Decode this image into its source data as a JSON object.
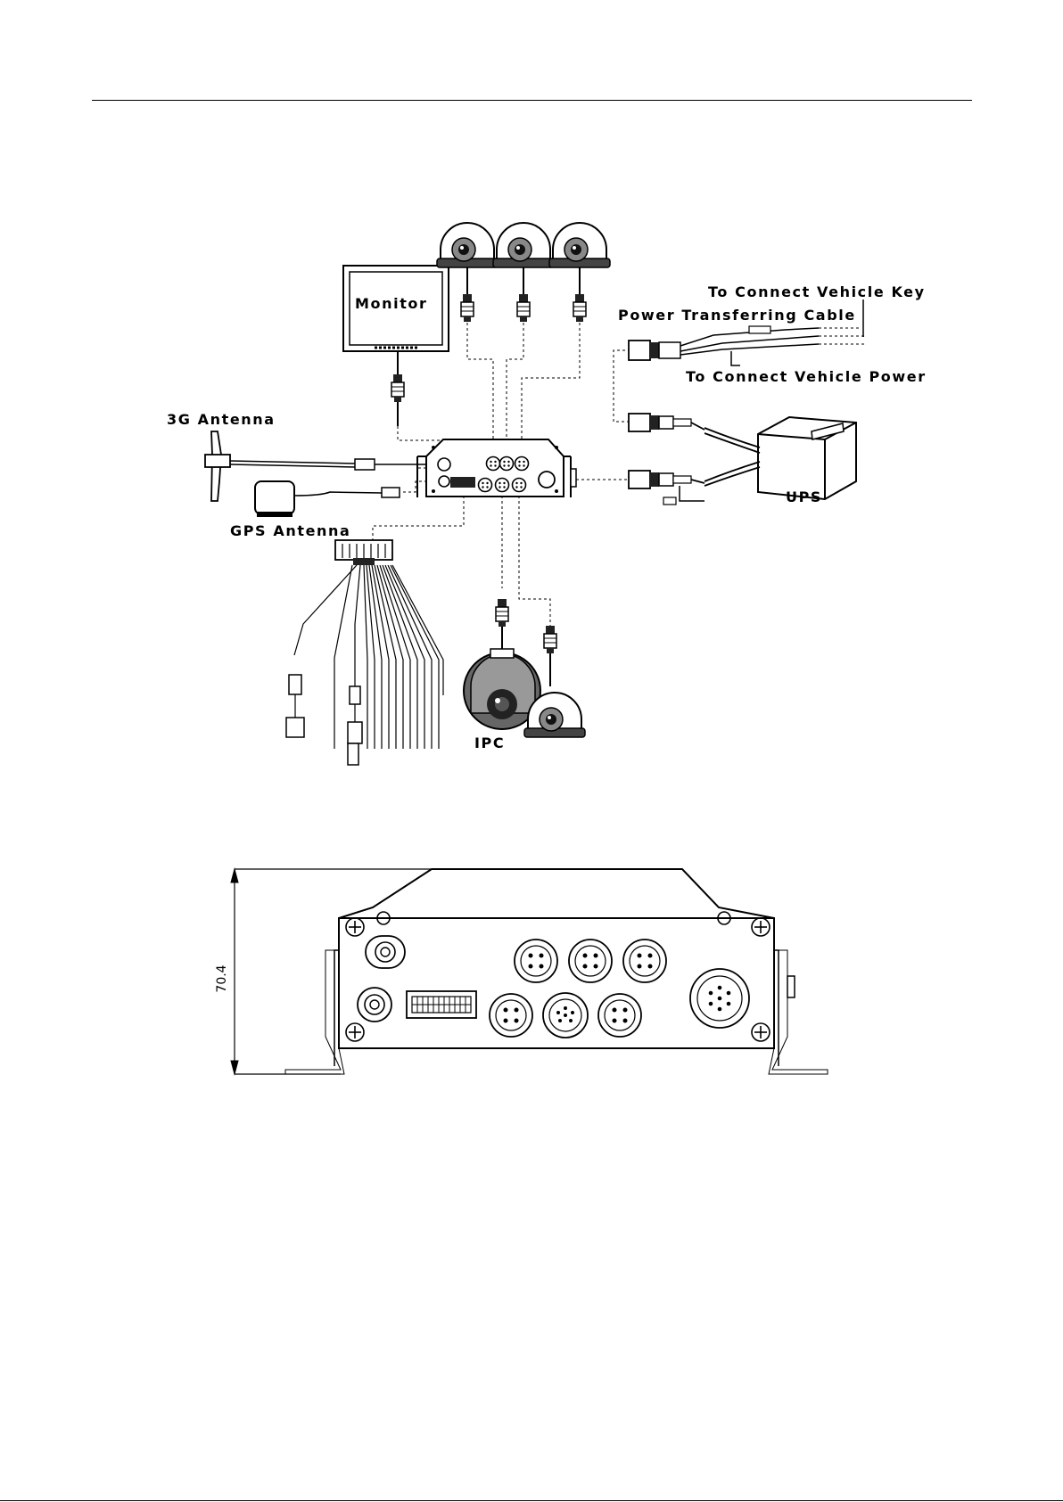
{
  "labels": {
    "monitor": "Monitor",
    "antenna_3g": "3G Antenna",
    "gps_antenna": "GPS Antenna",
    "vehicle_key": "To Connect Vehicle Key",
    "power_cable": "Power Transferring Cable",
    "vehicle_power": "To Connect Vehicle Power",
    "ups": "UPS",
    "ipc": "IPC"
  },
  "dimension": {
    "height_label": "70.4"
  }
}
